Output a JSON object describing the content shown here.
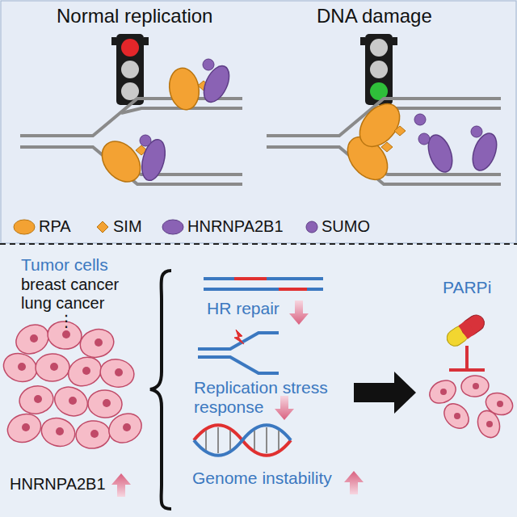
{
  "diagram": {
    "labels": [
      "Normal replication",
      "DNA damage",
      "Tumor cells",
      "breast cancer",
      "lung cancer",
      "⋮",
      "HNRNPA2B1",
      "HR repair",
      "Replication stress response",
      "Genome instability",
      "PARPi"
    ],
    "legend": [
      {
        "text": "RPA"
      },
      {
        "text": "SIM"
      },
      {
        "text": "HNRNPA2B1"
      },
      {
        "text": "SUMO"
      }
    ]
  }
}
